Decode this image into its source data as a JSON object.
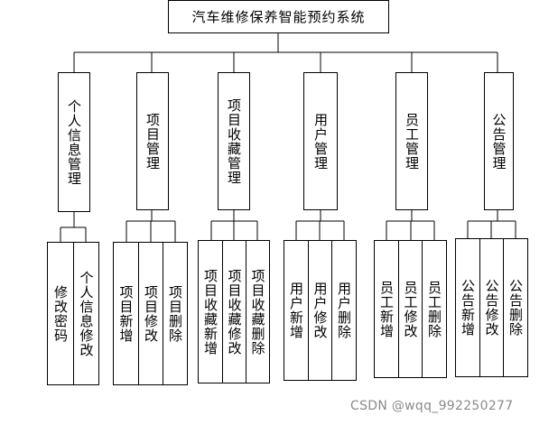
{
  "root": {
    "label": "汽车维修保养智能预约系统"
  },
  "modules": [
    {
      "label": "个人信息管理",
      "children": [
        "修改密码",
        "个人信息修改"
      ]
    },
    {
      "label": "项目管理",
      "children": [
        "项目新增",
        "项目修改",
        "项目删除"
      ]
    },
    {
      "label": "项目收藏管理",
      "children": [
        "项目收藏新增",
        "项目收藏修改",
        "项目收藏删除"
      ]
    },
    {
      "label": "用户管理",
      "children": [
        "用户新增",
        "用户修改",
        "用户删除"
      ]
    },
    {
      "label": "员工管理",
      "children": [
        "员工新增",
        "员工修改",
        "员工删除"
      ]
    },
    {
      "label": "公告管理",
      "children": [
        "公告新增",
        "公告修改",
        "公告删除"
      ]
    }
  ],
  "watermark": "CSDN @wqq_992250277"
}
